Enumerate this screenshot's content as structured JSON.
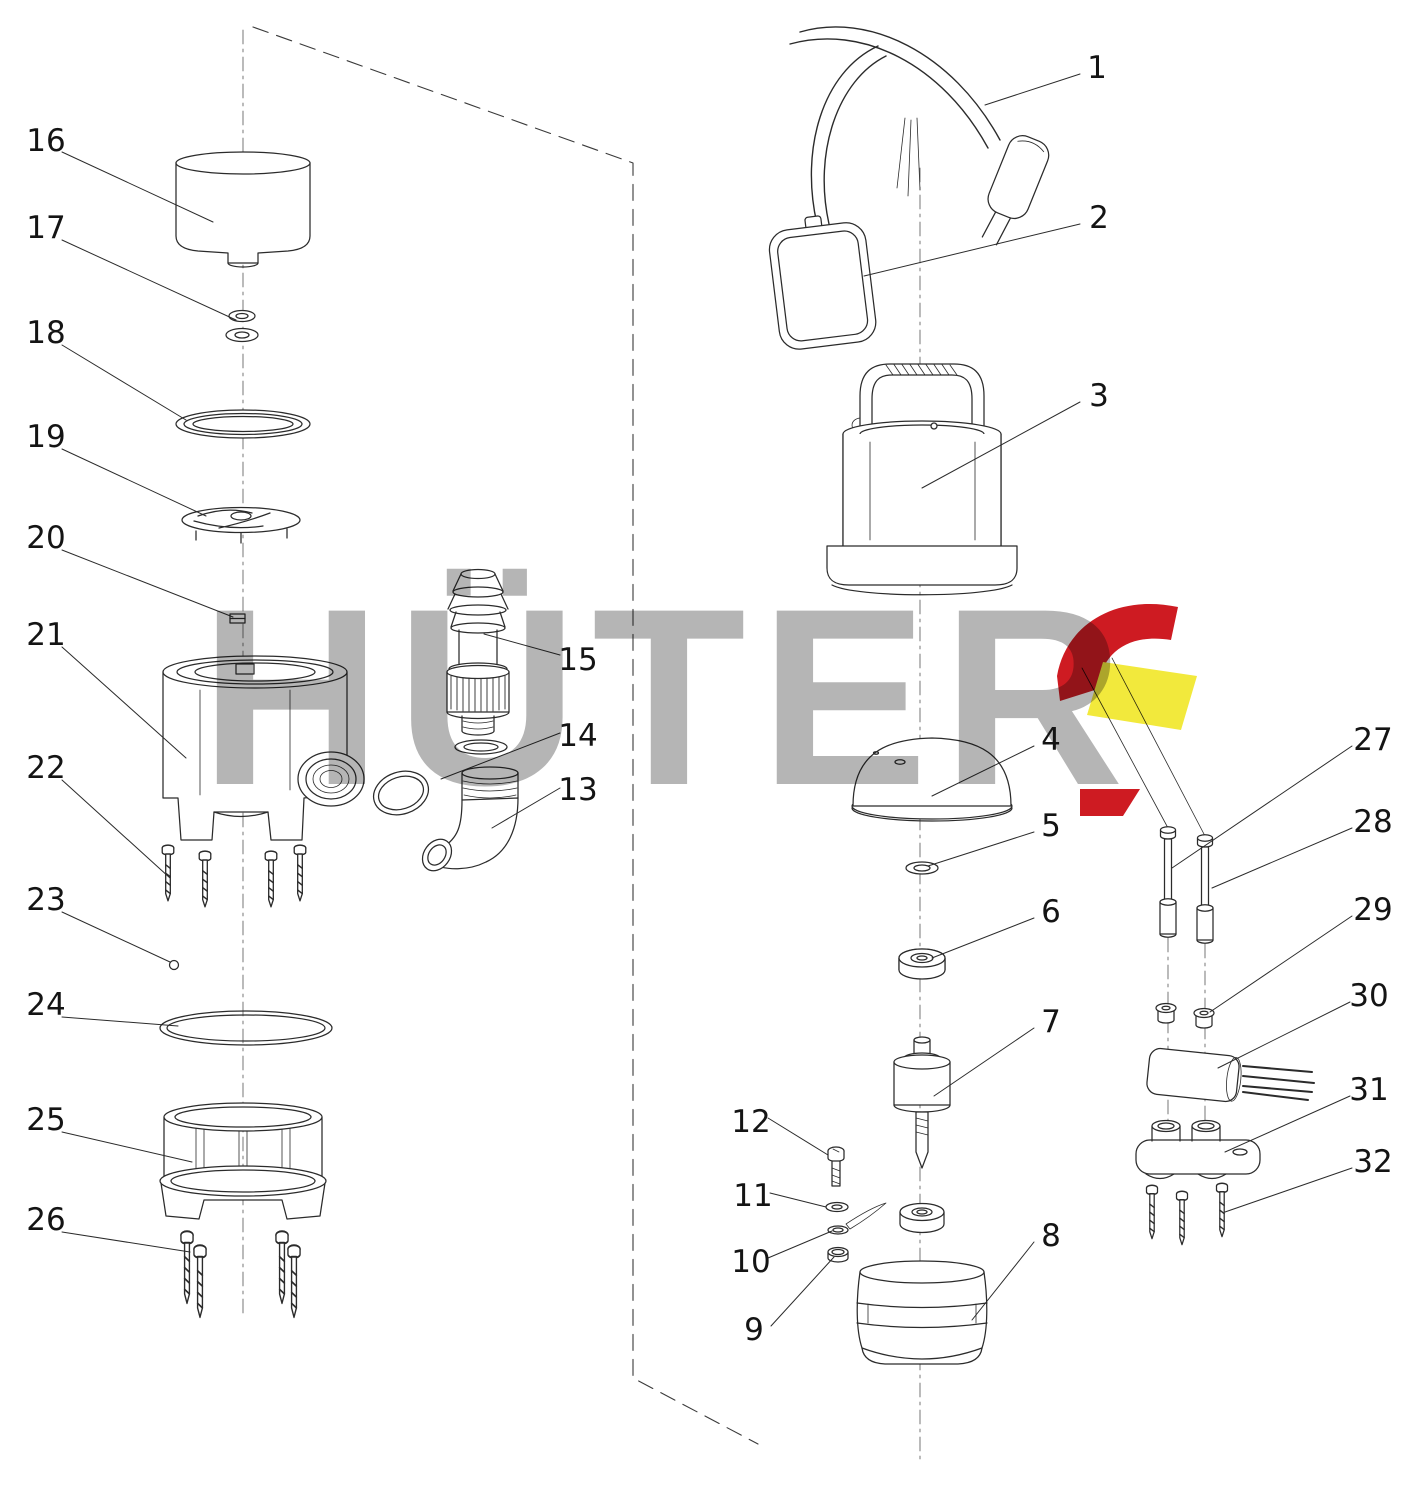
{
  "diagram": {
    "watermark_text": "HÜTER",
    "brand": {
      "gray": "#b5b5b5",
      "red": "#ce1b22",
      "yellow": "#f2e93c"
    },
    "line_color": "#2b2b2b"
  },
  "labels": {
    "p1": "1",
    "p2": "2",
    "p3": "3",
    "p4": "4",
    "p5": "5",
    "p6": "6",
    "p7": "7",
    "p8": "8",
    "p9": "9",
    "p10": "10",
    "p11": "11",
    "p12": "12",
    "p13": "13",
    "p14": "14",
    "p15": "15",
    "p16": "16",
    "p17": "17",
    "p18": "18",
    "p19": "19",
    "p20": "20",
    "p21": "21",
    "p22": "22",
    "p23": "23",
    "p24": "24",
    "p25": "25",
    "p26": "26",
    "p27": "27",
    "p28": "28",
    "p29": "29",
    "p30": "30",
    "p31": "31",
    "p32": "32"
  }
}
